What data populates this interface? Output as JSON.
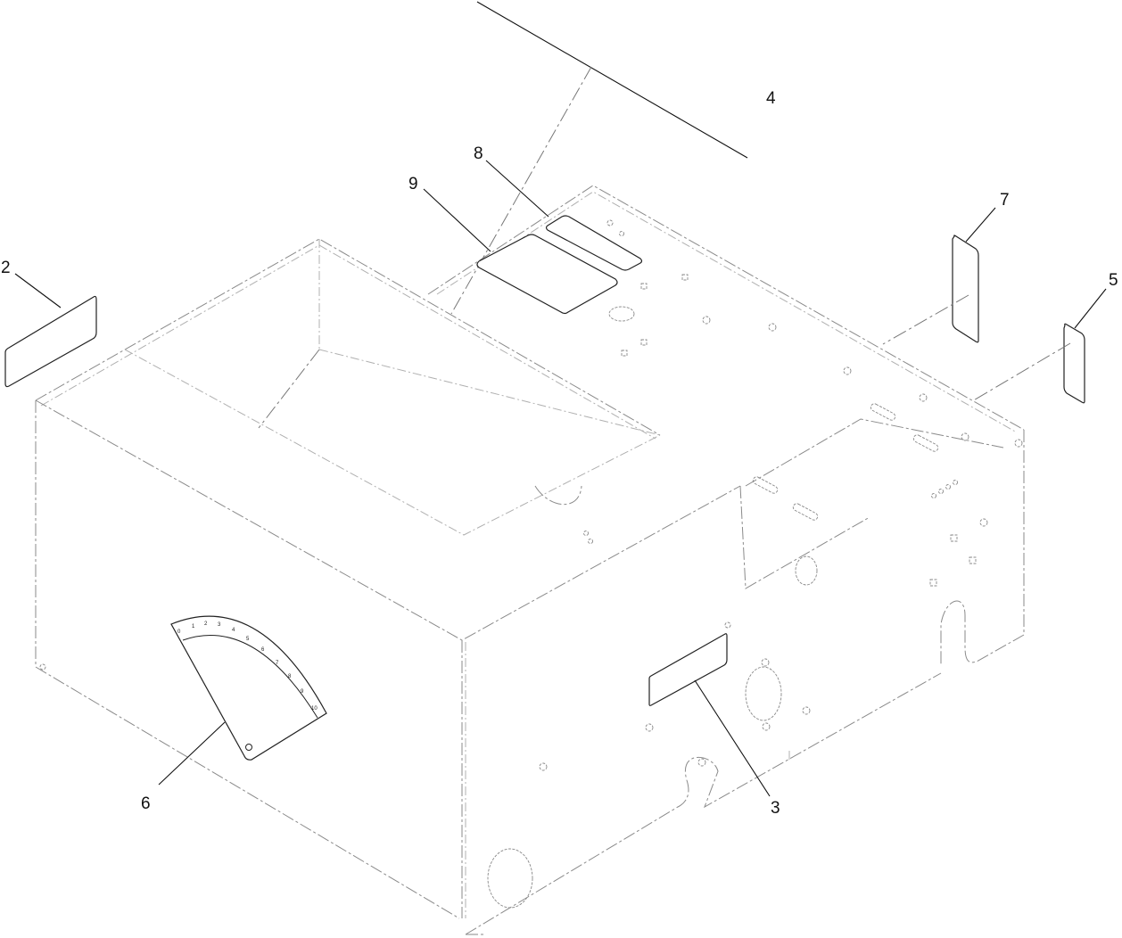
{
  "diagram": {
    "type": "exploded-parts-view",
    "subject": "box housing with decals",
    "callouts": [
      {
        "id": "2",
        "label": "2",
        "part": "decal-left-panel"
      },
      {
        "id": "3",
        "label": "3",
        "part": "decal-front-panel"
      },
      {
        "id": "4",
        "label": "4",
        "part": "strip-decal-top"
      },
      {
        "id": "5",
        "label": "5",
        "part": "decal-right-small"
      },
      {
        "id": "6",
        "label": "6",
        "part": "gauge-decal"
      },
      {
        "id": "7",
        "label": "7",
        "part": "decal-right-tall"
      },
      {
        "id": "8",
        "label": "8",
        "part": "decal-top-narrow"
      },
      {
        "id": "9",
        "label": "9",
        "part": "decal-top-wide"
      }
    ],
    "gauge": {
      "scale_labels": [
        "0",
        "1",
        "2",
        "3",
        "4",
        "5",
        "6",
        "7",
        "8",
        "9",
        "10"
      ]
    },
    "colors": {
      "line": "#222222",
      "hidden_edge": "#8a8a8a",
      "background": "#ffffff"
    }
  }
}
